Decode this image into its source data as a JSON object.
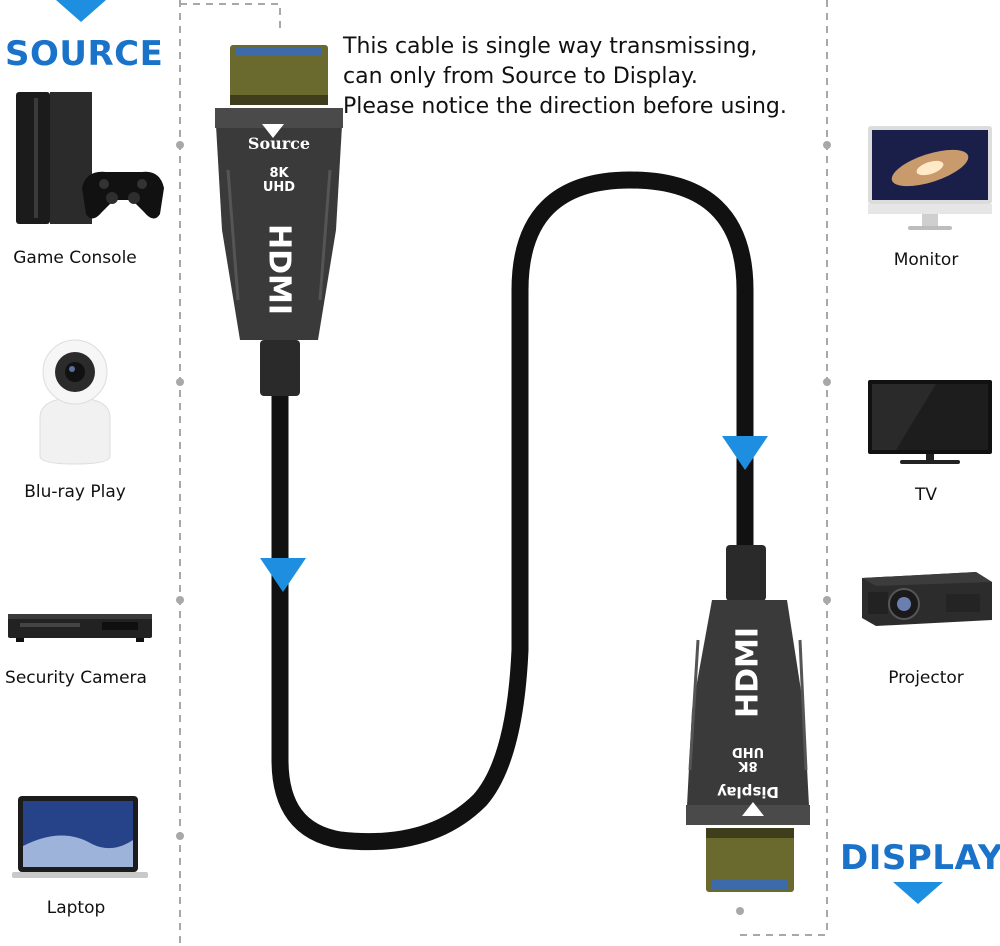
{
  "source_heading": "SOURCE",
  "display_heading": "DISPLAY",
  "notice_lines": [
    "This cable is single way transmissing,",
    "can only from Source to Display.",
    "Please notice the direction before using."
  ],
  "source_devices": [
    {
      "label": "Game Console",
      "icon": "game-console-icon"
    },
    {
      "label": "Blu-ray Play",
      "icon": "security-camera-icon"
    },
    {
      "label": "Security Camera",
      "icon": "bluray-player-icon"
    },
    {
      "label": "Laptop",
      "icon": "laptop-icon"
    }
  ],
  "display_devices": [
    {
      "label": "Monitor",
      "icon": "monitor-icon"
    },
    {
      "label": "TV",
      "icon": "tv-icon"
    },
    {
      "label": "Projector",
      "icon": "projector-icon"
    }
  ],
  "connector_source": {
    "label": "Source",
    "spec_line1": "8K",
    "spec_line2": "UHD",
    "brand": "HDMI"
  },
  "connector_display": {
    "label": "Display",
    "spec_line1": "8K",
    "spec_line2": "UHD",
    "brand": "HDMI"
  },
  "colors": {
    "accent": "#1a73c9",
    "arrow": "#1e8fe0",
    "cable": "#111111",
    "plug": "#6b6a2e",
    "dash": "#a8a8a8"
  }
}
